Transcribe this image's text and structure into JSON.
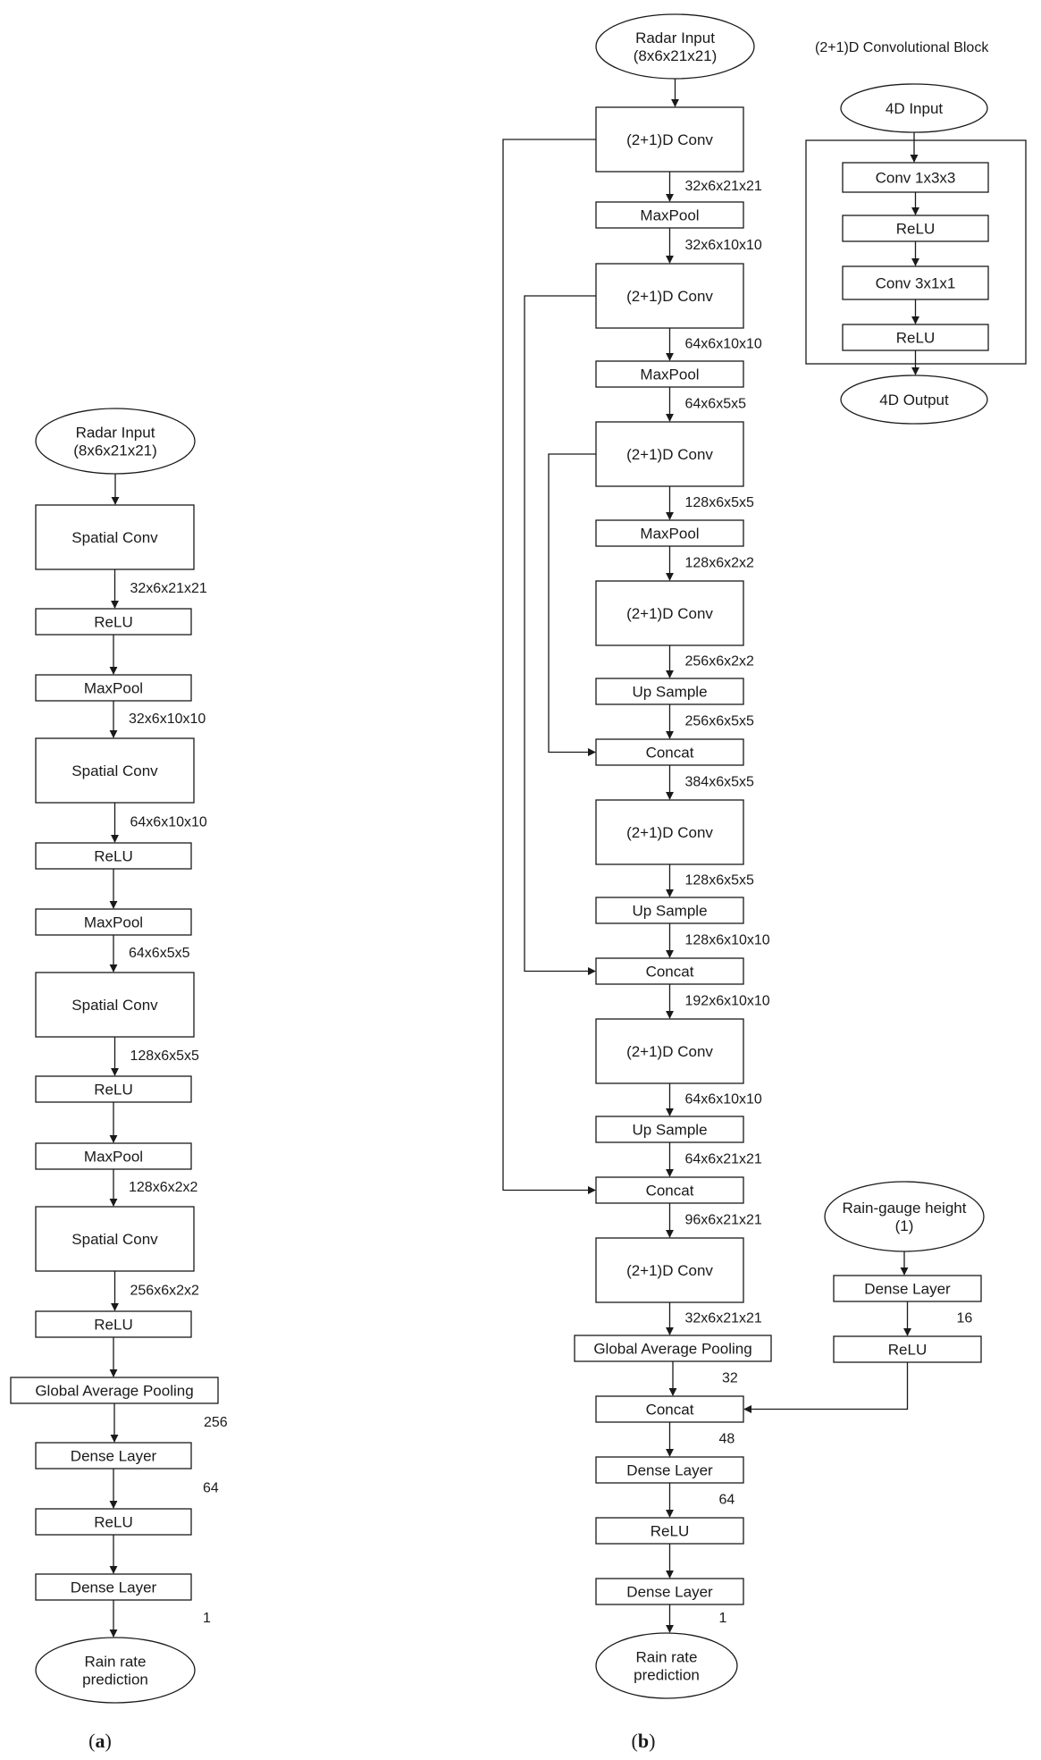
{
  "panel_a": {
    "label": "a",
    "nodes": [
      {
        "id": "a_in",
        "shape": "ellipse",
        "lines": [
          "Radar Input",
          "(8x6x21x21)"
        ]
      },
      {
        "id": "a_sc1",
        "shape": "box",
        "lines": [
          "Spatial Conv"
        ]
      },
      {
        "id": "a_r1",
        "shape": "box",
        "lines": [
          "ReLU"
        ]
      },
      {
        "id": "a_mp1",
        "shape": "box",
        "lines": [
          "MaxPool"
        ]
      },
      {
        "id": "a_sc2",
        "shape": "box",
        "lines": [
          "Spatial Conv"
        ]
      },
      {
        "id": "a_r2",
        "shape": "box",
        "lines": [
          "ReLU"
        ]
      },
      {
        "id": "a_mp2",
        "shape": "box",
        "lines": [
          "MaxPool"
        ]
      },
      {
        "id": "a_sc3",
        "shape": "box",
        "lines": [
          "Spatial Conv"
        ]
      },
      {
        "id": "a_r3",
        "shape": "box",
        "lines": [
          "ReLU"
        ]
      },
      {
        "id": "a_mp3",
        "shape": "box",
        "lines": [
          "MaxPool"
        ]
      },
      {
        "id": "a_sc4",
        "shape": "box",
        "lines": [
          "Spatial Conv"
        ]
      },
      {
        "id": "a_r4",
        "shape": "box",
        "lines": [
          "ReLU"
        ]
      },
      {
        "id": "a_gap",
        "shape": "box",
        "lines": [
          "Global Average Pooling"
        ]
      },
      {
        "id": "a_d1",
        "shape": "box",
        "lines": [
          "Dense Layer"
        ]
      },
      {
        "id": "a_r5",
        "shape": "box",
        "lines": [
          "ReLU"
        ]
      },
      {
        "id": "a_d2",
        "shape": "box",
        "lines": [
          "Dense Layer"
        ]
      },
      {
        "id": "a_out",
        "shape": "ellipse",
        "lines": [
          "Rain rate",
          "prediction"
        ]
      }
    ],
    "edges": [
      {
        "from": "a_in",
        "to": "a_sc1",
        "label": ""
      },
      {
        "from": "a_sc1",
        "to": "a_r1",
        "label": "32x6x21x21"
      },
      {
        "from": "a_r1",
        "to": "a_mp1",
        "label": ""
      },
      {
        "from": "a_mp1",
        "to": "a_sc2",
        "label": "32x6x10x10"
      },
      {
        "from": "a_sc2",
        "to": "a_r2",
        "label": "64x6x10x10"
      },
      {
        "from": "a_r2",
        "to": "a_mp2",
        "label": ""
      },
      {
        "from": "a_mp2",
        "to": "a_sc3",
        "label": "64x6x5x5"
      },
      {
        "from": "a_sc3",
        "to": "a_r3",
        "label": "128x6x5x5"
      },
      {
        "from": "a_r3",
        "to": "a_mp3",
        "label": ""
      },
      {
        "from": "a_mp3",
        "to": "a_sc4",
        "label": "128x6x2x2"
      },
      {
        "from": "a_sc4",
        "to": "a_r4",
        "label": "256x6x2x2"
      },
      {
        "from": "a_r4",
        "to": "a_gap",
        "label": ""
      },
      {
        "from": "a_gap",
        "to": "a_d1",
        "label": "256"
      },
      {
        "from": "a_d1",
        "to": "a_r5",
        "label": "64"
      },
      {
        "from": "a_r5",
        "to": "a_d2",
        "label": ""
      },
      {
        "from": "a_d2",
        "to": "a_out",
        "label": "1"
      }
    ]
  },
  "panel_b": {
    "label": "b",
    "nodes": [
      {
        "id": "b_in",
        "shape": "ellipse",
        "lines": [
          "Radar Input",
          "(8x6x21x21)"
        ]
      },
      {
        "id": "b_c1",
        "shape": "box",
        "lines": [
          "(2+1)D Conv"
        ]
      },
      {
        "id": "b_mp1",
        "shape": "box",
        "lines": [
          "MaxPool"
        ]
      },
      {
        "id": "b_c2",
        "shape": "box",
        "lines": [
          "(2+1)D Conv"
        ]
      },
      {
        "id": "b_mp2",
        "shape": "box",
        "lines": [
          "MaxPool"
        ]
      },
      {
        "id": "b_c3",
        "shape": "box",
        "lines": [
          "(2+1)D Conv"
        ]
      },
      {
        "id": "b_mp3",
        "shape": "box",
        "lines": [
          "MaxPool"
        ]
      },
      {
        "id": "b_c4",
        "shape": "box",
        "lines": [
          "(2+1)D Conv"
        ]
      },
      {
        "id": "b_up1",
        "shape": "box",
        "lines": [
          "Up Sample"
        ]
      },
      {
        "id": "b_cat1",
        "shape": "box",
        "lines": [
          "Concat"
        ]
      },
      {
        "id": "b_c5",
        "shape": "box",
        "lines": [
          "(2+1)D Conv"
        ]
      },
      {
        "id": "b_up2",
        "shape": "box",
        "lines": [
          "Up Sample"
        ]
      },
      {
        "id": "b_cat2",
        "shape": "box",
        "lines": [
          "Concat"
        ]
      },
      {
        "id": "b_c6",
        "shape": "box",
        "lines": [
          "(2+1)D Conv"
        ]
      },
      {
        "id": "b_up3",
        "shape": "box",
        "lines": [
          "Up Sample"
        ]
      },
      {
        "id": "b_cat3",
        "shape": "box",
        "lines": [
          "Concat"
        ]
      },
      {
        "id": "b_c7",
        "shape": "box",
        "lines": [
          "(2+1)D Conv"
        ]
      },
      {
        "id": "b_gap",
        "shape": "box",
        "lines": [
          "Global Average Pooling"
        ]
      },
      {
        "id": "b_cat4",
        "shape": "box",
        "lines": [
          "Concat"
        ]
      },
      {
        "id": "b_d1",
        "shape": "box",
        "lines": [
          "Dense Layer"
        ]
      },
      {
        "id": "b_r1",
        "shape": "box",
        "lines": [
          "ReLU"
        ]
      },
      {
        "id": "b_d2",
        "shape": "box",
        "lines": [
          "Dense Layer"
        ]
      },
      {
        "id": "b_out",
        "shape": "ellipse",
        "lines": [
          "Rain rate",
          "prediction"
        ]
      },
      {
        "id": "b_gauge",
        "shape": "ellipse",
        "lines": [
          "Rain-gauge height",
          "(1)"
        ]
      },
      {
        "id": "b_gd",
        "shape": "box",
        "lines": [
          "Dense Layer"
        ]
      },
      {
        "id": "b_gr",
        "shape": "box",
        "lines": [
          "ReLU"
        ]
      }
    ],
    "edges": [
      {
        "from": "b_in",
        "to": "b_c1",
        "label": ""
      },
      {
        "from": "b_c1",
        "to": "b_mp1",
        "label": "32x6x21x21"
      },
      {
        "from": "b_mp1",
        "to": "b_c2",
        "label": "32x6x10x10"
      },
      {
        "from": "b_c2",
        "to": "b_mp2",
        "label": "64x6x10x10"
      },
      {
        "from": "b_mp2",
        "to": "b_c3",
        "label": "64x6x5x5"
      },
      {
        "from": "b_c3",
        "to": "b_mp3",
        "label": "128x6x5x5"
      },
      {
        "from": "b_mp3",
        "to": "b_c4",
        "label": "128x6x2x2"
      },
      {
        "from": "b_c4",
        "to": "b_up1",
        "label": "256x6x2x2"
      },
      {
        "from": "b_up1",
        "to": "b_cat1",
        "label": "256x6x5x5"
      },
      {
        "from": "b_cat1",
        "to": "b_c5",
        "label": "384x6x5x5"
      },
      {
        "from": "b_c5",
        "to": "b_up2",
        "label": "128x6x5x5"
      },
      {
        "from": "b_up2",
        "to": "b_cat2",
        "label": "128x6x10x10"
      },
      {
        "from": "b_cat2",
        "to": "b_c6",
        "label": "192x6x10x10"
      },
      {
        "from": "b_c6",
        "to": "b_up3",
        "label": "64x6x10x10"
      },
      {
        "from": "b_up3",
        "to": "b_cat3",
        "label": "64x6x21x21"
      },
      {
        "from": "b_cat3",
        "to": "b_c7",
        "label": "96x6x21x21"
      },
      {
        "from": "b_c7",
        "to": "b_gap",
        "label": "32x6x21x21"
      },
      {
        "from": "b_gap",
        "to": "b_cat4",
        "label": "32"
      },
      {
        "from": "b_cat4",
        "to": "b_d1",
        "label": "48"
      },
      {
        "from": "b_d1",
        "to": "b_r1",
        "label": "64"
      },
      {
        "from": "b_r1",
        "to": "b_d2",
        "label": ""
      },
      {
        "from": "b_d2",
        "to": "b_out",
        "label": "1"
      },
      {
        "from": "b_gauge",
        "to": "b_gd",
        "label": ""
      },
      {
        "from": "b_gd",
        "to": "b_gr",
        "label": "16"
      },
      {
        "from": "b_gr",
        "to": "b_cat4",
        "label": ""
      },
      {
        "from": "b_c1",
        "to": "b_cat3",
        "label": "",
        "kind": "skip"
      },
      {
        "from": "b_c2",
        "to": "b_cat2",
        "label": "",
        "kind": "skip"
      },
      {
        "from": "b_c3",
        "to": "b_cat1",
        "label": "",
        "kind": "skip"
      }
    ]
  },
  "conv_block": {
    "title": "(2+1)D Convolutional Block",
    "nodes": [
      {
        "id": "k_in",
        "shape": "ellipse",
        "lines": [
          "4D Input"
        ]
      },
      {
        "id": "k_c1",
        "shape": "box",
        "lines": [
          "Conv 1x3x3"
        ]
      },
      {
        "id": "k_r1",
        "shape": "box",
        "lines": [
          "ReLU"
        ]
      },
      {
        "id": "k_c2",
        "shape": "box",
        "lines": [
          "Conv 3x1x1"
        ]
      },
      {
        "id": "k_r2",
        "shape": "box",
        "lines": [
          "ReLU"
        ]
      },
      {
        "id": "k_out",
        "shape": "ellipse",
        "lines": [
          "4D Output"
        ]
      }
    ],
    "edges": [
      {
        "from": "k_in",
        "to": "k_c1",
        "label": ""
      },
      {
        "from": "k_c1",
        "to": "k_r1",
        "label": ""
      },
      {
        "from": "k_r1",
        "to": "k_c2",
        "label": ""
      },
      {
        "from": "k_c2",
        "to": "k_r2",
        "label": ""
      },
      {
        "from": "k_r2",
        "to": "k_out",
        "label": ""
      }
    ]
  }
}
